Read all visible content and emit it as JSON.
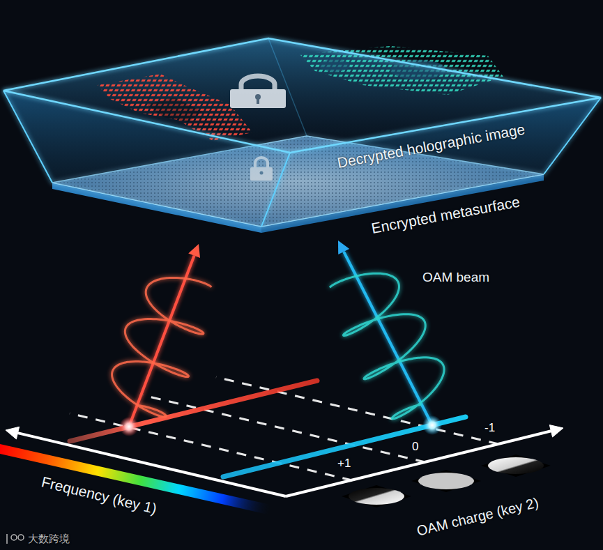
{
  "diagram": {
    "labels": [
      "Decrypted holographic image",
      "Encrypted metasurface",
      "OAM beam",
      "Frequency (key 1)",
      "OAM charge (key 2)",
      "+1",
      "0",
      "-1",
      "大数跨境"
    ]
  }
}
